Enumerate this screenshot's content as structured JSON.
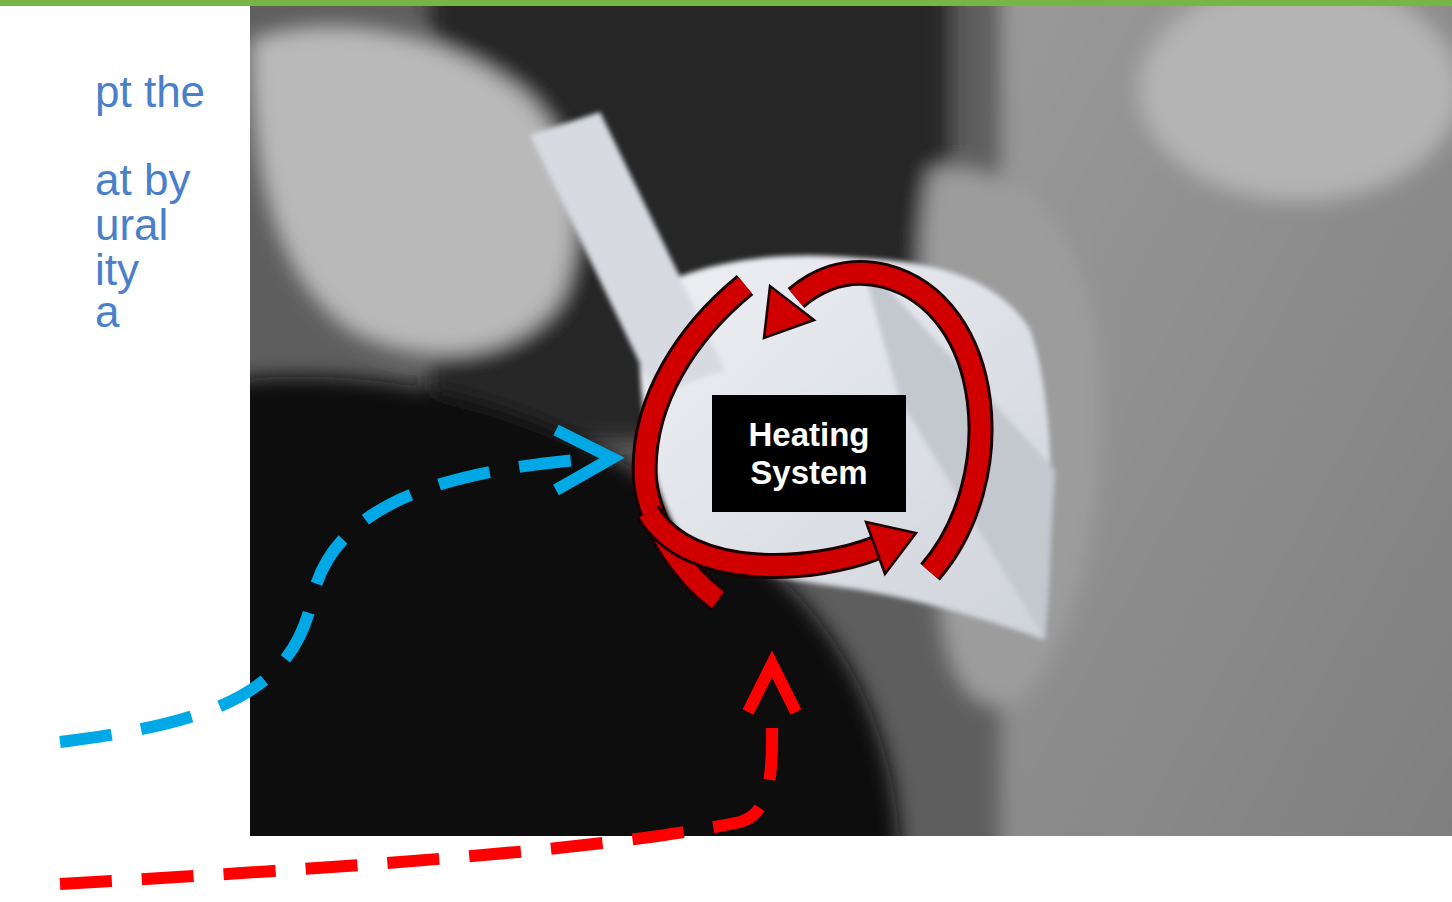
{
  "diagram": {
    "nodes": [
      {
        "text": [
          "Heating System"
        ]
      }
    ],
    "labels": [
      "pt the",
      "at by",
      "ural",
      "ity",
      "a"
    ]
  }
}
